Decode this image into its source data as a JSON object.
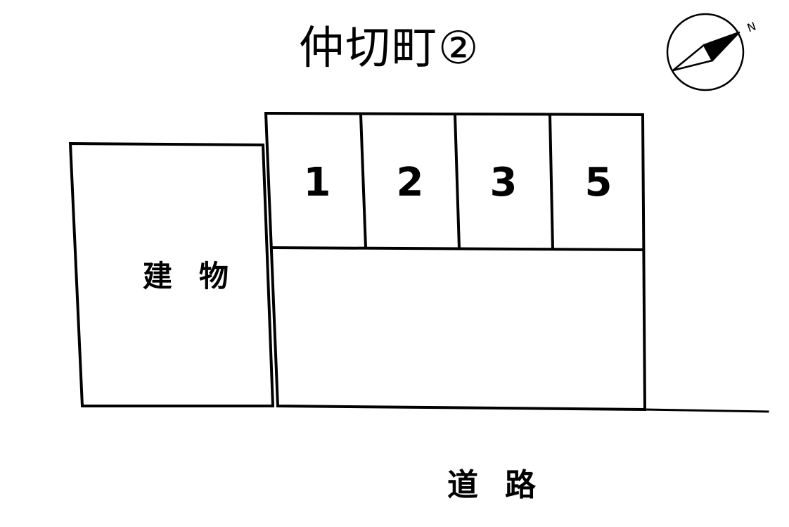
{
  "title": "仲切町②",
  "compass": {
    "north_label": "N",
    "icon": "compass-north-arrow-icon"
  },
  "building": {
    "label": "建物"
  },
  "road": {
    "label": "道路"
  },
  "parking_spaces": [
    {
      "number": "1"
    },
    {
      "number": "2"
    },
    {
      "number": "3"
    },
    {
      "number": "5"
    }
  ],
  "colors": {
    "line": "#000000",
    "background": "#ffffff"
  }
}
